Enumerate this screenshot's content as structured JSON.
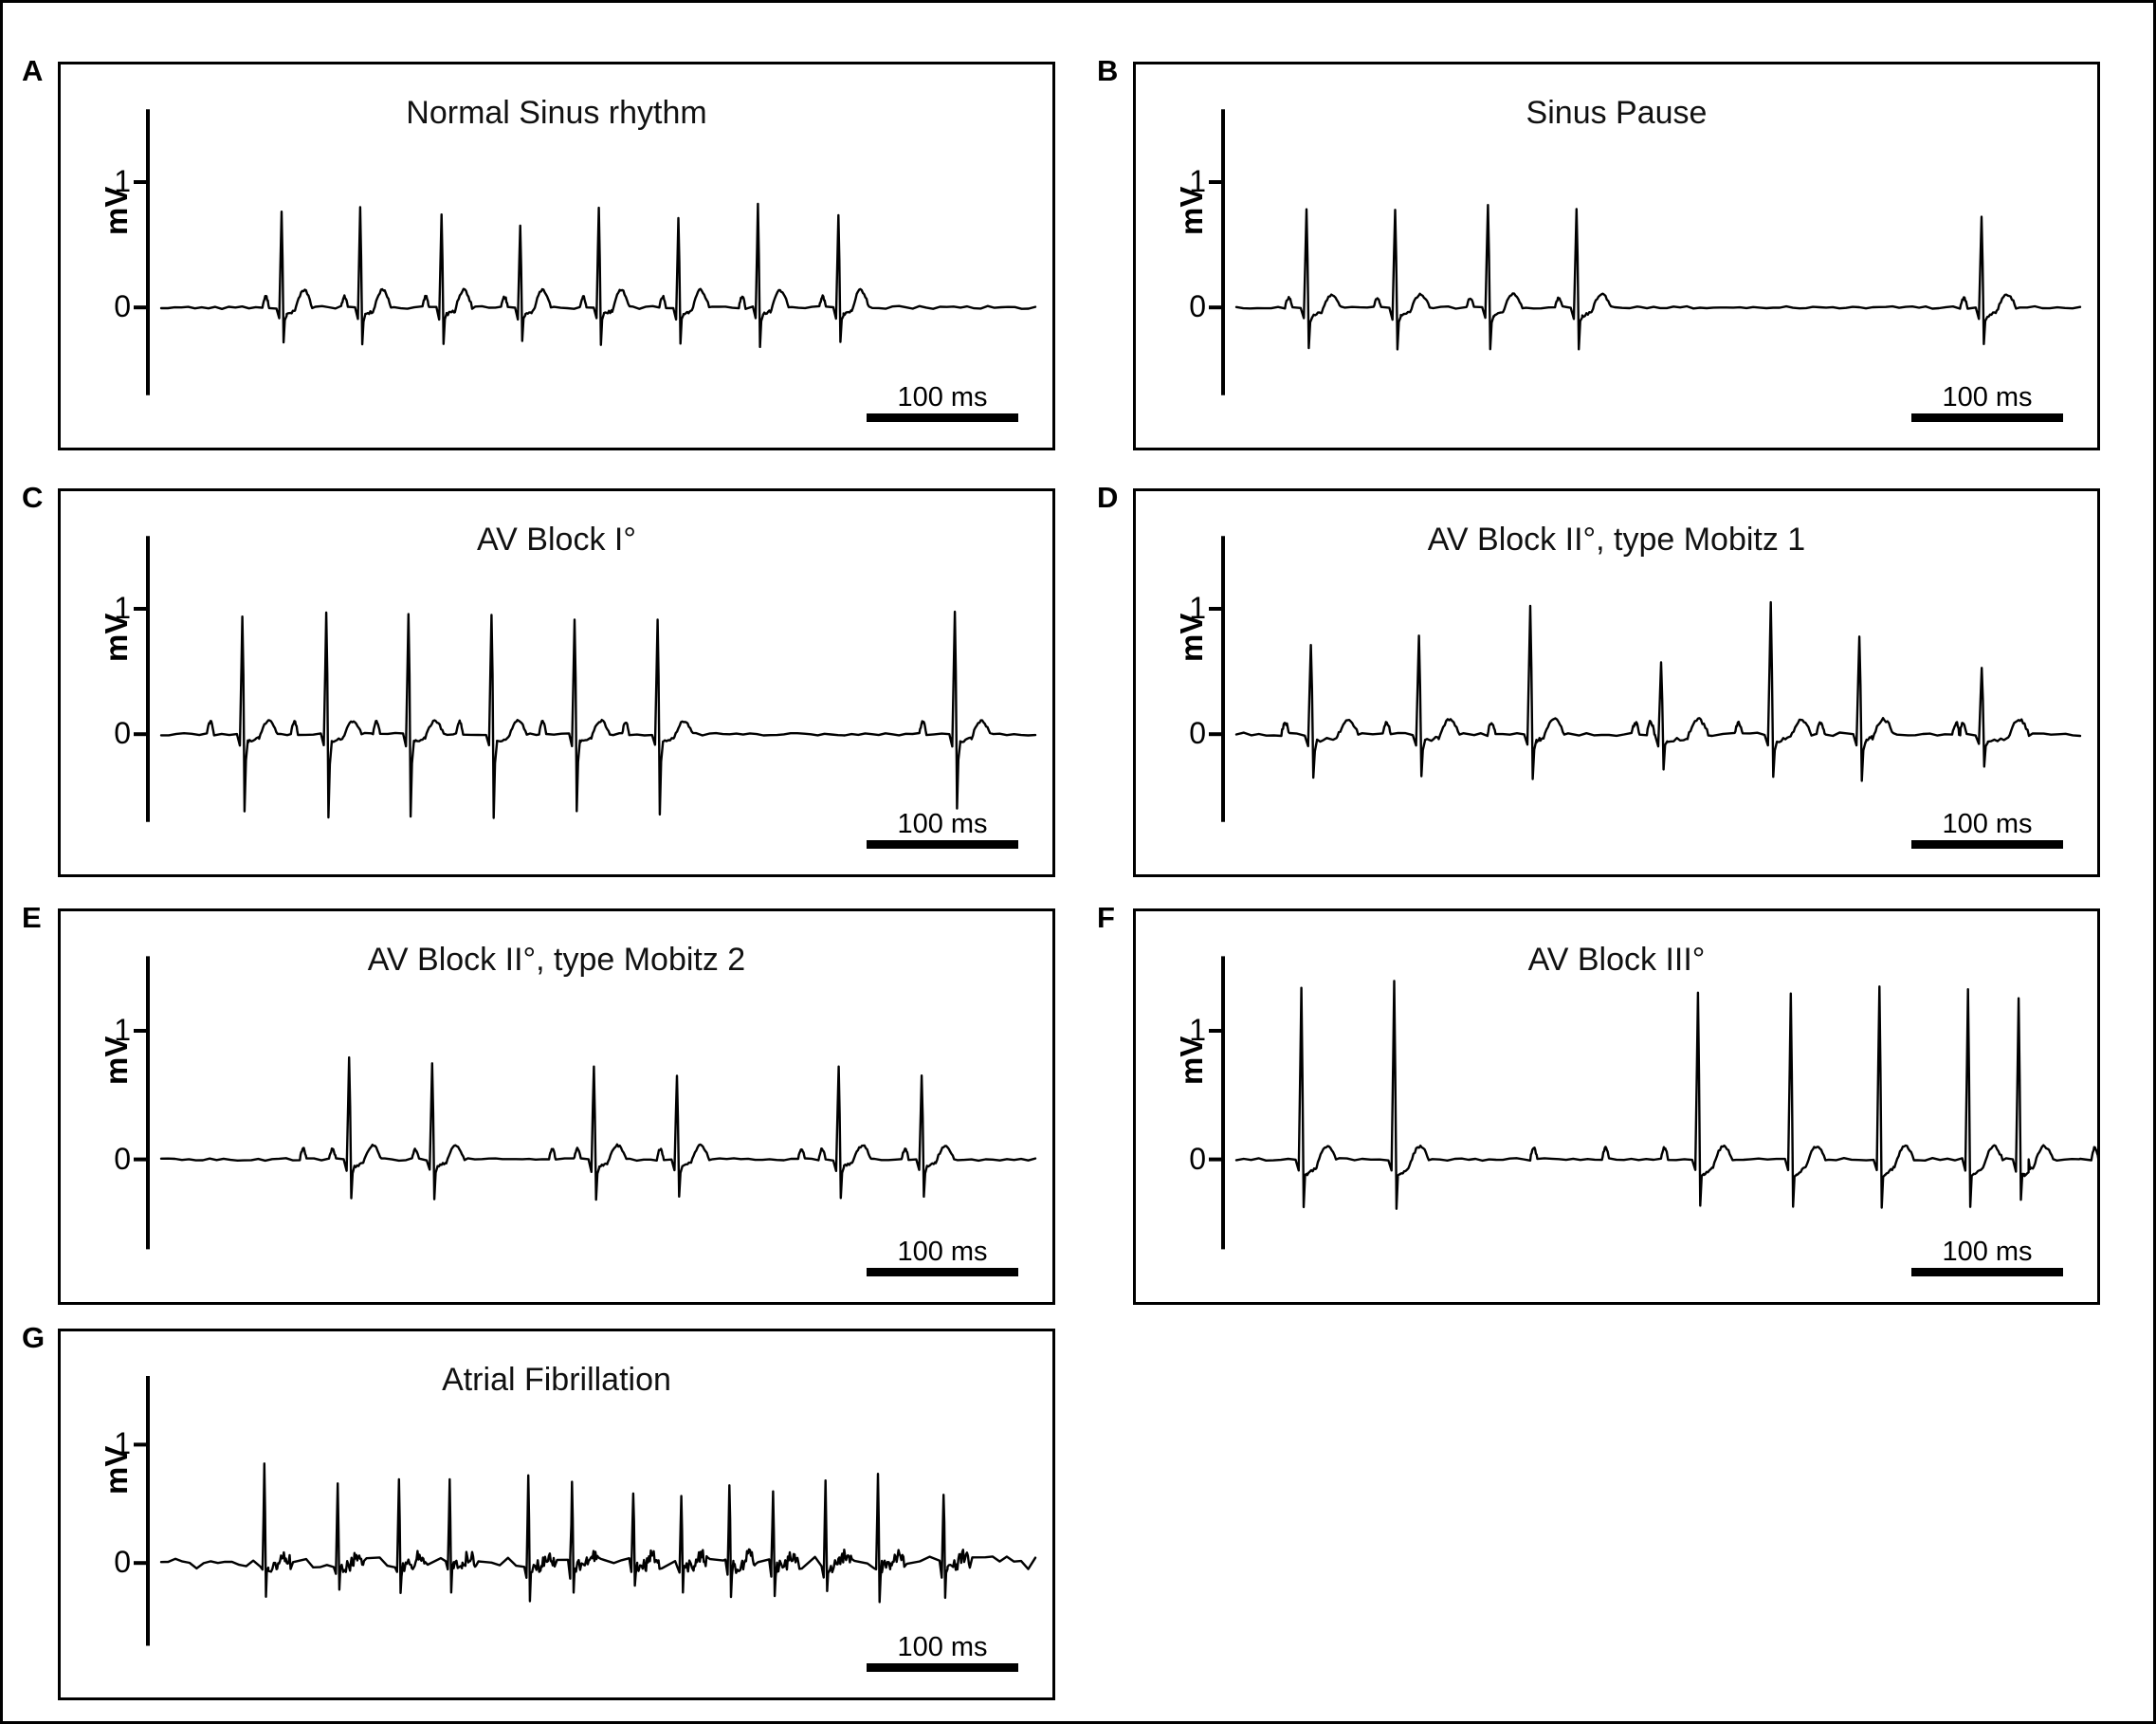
{
  "figure": {
    "background": "#ffffff",
    "line_color": "#000000",
    "panel_count": 7
  },
  "axis": {
    "y_label": "mV",
    "y_ticks": [
      "1",
      "0"
    ],
    "scale_bar_label": "100 ms"
  },
  "panels": [
    {
      "letter": "A",
      "title": "Normal Sinus rhythm",
      "y_label": "mV",
      "y_ticks": [
        "1",
        "0"
      ],
      "scale_bar_label": "100 ms",
      "rhythm": "normal-sinus"
    },
    {
      "letter": "B",
      "title": "Sinus Pause",
      "y_label": "mV",
      "y_ticks": [
        "1",
        "0"
      ],
      "scale_bar_label": "100 ms",
      "rhythm": "sinus-pause"
    },
    {
      "letter": "C",
      "title": "AV Block I°",
      "y_label": "mV",
      "y_ticks": [
        "1",
        "0"
      ],
      "scale_bar_label": "100 ms",
      "rhythm": "av-block-1"
    },
    {
      "letter": "D",
      "title": "AV Block II°, type Mobitz 1",
      "y_label": "mV",
      "y_ticks": [
        "1",
        "0"
      ],
      "scale_bar_label": "100 ms",
      "rhythm": "av-block-2-mobitz-1"
    },
    {
      "letter": "E",
      "title": "AV Block II°, type Mobitz 2",
      "y_label": "mV",
      "y_ticks": [
        "1",
        "0"
      ],
      "scale_bar_label": "100 ms",
      "rhythm": "av-block-2-mobitz-2"
    },
    {
      "letter": "F",
      "title": "AV Block III°",
      "y_label": "mV",
      "y_ticks": [
        "1",
        "0"
      ],
      "scale_bar_label": "100 ms",
      "rhythm": "av-block-3"
    },
    {
      "letter": "G",
      "title": "Atrial Fibrillation",
      "y_label": "mV",
      "y_ticks": [
        "1",
        "0"
      ],
      "scale_bar_label": "100 ms",
      "rhythm": "atrial-fibrillation"
    }
  ],
  "chart_data": {
    "type": "line",
    "title": "Electrocardiogram rhythm strips",
    "xlabel": "",
    "ylabel": "mV",
    "ylim": [
      -0.75,
      1.6
    ],
    "grid": false,
    "legend": "none",
    "x_scale_bar_ms": 100,
    "series": [
      {
        "name": "Normal Sinus rhythm",
        "panel": "A",
        "ylabel": "mV",
        "yticks": [
          0,
          1
        ],
        "beat_count": 8,
        "r_amplitudes_mV": [
          0.76,
          0.79,
          0.74,
          0.65,
          0.8,
          0.72,
          0.83,
          0.74
        ],
        "r_positions_frac": [
          0.135,
          0.225,
          0.318,
          0.408,
          0.498,
          0.589,
          0.68,
          0.772
        ],
        "s_amplitudes_mV": [
          -0.29,
          -0.3,
          -0.28,
          -0.26,
          -0.31,
          -0.28,
          -0.31,
          -0.28
        ],
        "baseline_mV": 0,
        "noise_mV": 0.012,
        "regular": true
      },
      {
        "name": "Sinus Pause",
        "panel": "B",
        "ylabel": "mV",
        "yticks": [
          0,
          1
        ],
        "beat_count": 5,
        "r_amplitudes_mV": [
          0.78,
          0.78,
          0.81,
          0.79,
          0.73
        ],
        "r_positions_frac": [
          0.08,
          0.185,
          0.295,
          0.4,
          0.88
        ],
        "s_amplitudes_mV": [
          -0.33,
          -0.33,
          -0.34,
          -0.34,
          -0.3
        ],
        "baseline_mV": 0,
        "noise_mV": 0.01,
        "pause_after_beat": 4,
        "regular": false
      },
      {
        "name": "AV Block I°",
        "panel": "C",
        "ylabel": "mV",
        "yticks": [
          0,
          1
        ],
        "beat_count": 7,
        "r_amplitudes_mV": [
          0.94,
          0.96,
          0.96,
          0.96,
          0.91,
          0.91,
          0.98
        ],
        "r_positions_frac": [
          0.09,
          0.186,
          0.28,
          0.375,
          0.47,
          0.565,
          0.905
        ],
        "s_amplitudes_mV": [
          -0.62,
          -0.66,
          -0.66,
          -0.66,
          -0.62,
          -0.65,
          -0.6
        ],
        "baseline_mV": 0,
        "noise_mV": 0.01,
        "long_pr": true,
        "regular": false
      },
      {
        "name": "AV Block II°, type Mobitz 1",
        "panel": "D",
        "ylabel": "mV",
        "yticks": [
          0,
          1
        ],
        "beat_count": 7,
        "r_amplitudes_mV": [
          0.72,
          0.78,
          1.03,
          0.57,
          1.04,
          0.78,
          0.54
        ],
        "r_positions_frac": [
          0.085,
          0.213,
          0.345,
          0.5,
          0.63,
          0.735,
          0.88
        ],
        "s_amplitudes_mV": [
          -0.36,
          -0.33,
          -0.35,
          -0.28,
          -0.33,
          -0.38,
          -0.26
        ],
        "baseline_mV": 0,
        "noise_mV": 0.014,
        "dropped_beats": 1,
        "regular": false
      },
      {
        "name": "AV Block II°, type Mobitz 2",
        "panel": "E",
        "ylabel": "mV",
        "yticks": [
          0,
          1
        ],
        "beat_count": 6,
        "r_amplitudes_mV": [
          0.79,
          0.74,
          0.73,
          0.66,
          0.73,
          0.66
        ],
        "r_positions_frac": [
          0.215,
          0.31,
          0.495,
          0.59,
          0.775,
          0.87
        ],
        "s_amplitudes_mV": [
          -0.3,
          -0.31,
          -0.31,
          -0.28,
          -0.3,
          -0.3
        ],
        "baseline_mV": 0,
        "noise_mV": 0.01,
        "dropped_beats": 2,
        "regular": false
      },
      {
        "name": "AV Block III°",
        "panel": "F",
        "ylabel": "mV",
        "yticks": [
          0,
          1
        ],
        "beat_count": 7,
        "r_amplitudes_mV": [
          1.33,
          1.38,
          1.3,
          1.3,
          1.35,
          1.33,
          1.26
        ],
        "r_positions_frac": [
          0.075,
          0.185,
          0.545,
          0.655,
          0.76,
          0.865,
          0.925
        ],
        "s_amplitudes_mV": [
          -0.37,
          -0.38,
          -0.37,
          -0.37,
          -0.37,
          -0.37,
          -0.32
        ],
        "baseline_mV": 0,
        "noise_mV": 0.01,
        "av_dissociation": true,
        "regular": false
      },
      {
        "name": "Atrial Fibrillation",
        "panel": "G",
        "ylabel": "mV",
        "yticks": [
          0,
          1
        ],
        "beat_count": 13,
        "r_amplitudes_mV": [
          0.8,
          0.65,
          0.7,
          0.71,
          0.74,
          0.66,
          0.62,
          0.58,
          0.65,
          0.62,
          0.67,
          0.8,
          0.6
        ],
        "r_positions_frac": [
          0.118,
          0.202,
          0.272,
          0.33,
          0.42,
          0.47,
          0.54,
          0.595,
          0.65,
          0.7,
          0.76,
          0.82,
          0.895
        ],
        "s_amplitudes_mV": [
          -0.31,
          -0.25,
          -0.26,
          -0.26,
          -0.27,
          -0.25,
          -0.24,
          -0.22,
          -0.25,
          -0.24,
          -0.25,
          -0.28,
          -0.24
        ],
        "baseline_mV": 0,
        "noise_mV": 0.055,
        "p_waves": false,
        "irregular": true
      }
    ]
  }
}
